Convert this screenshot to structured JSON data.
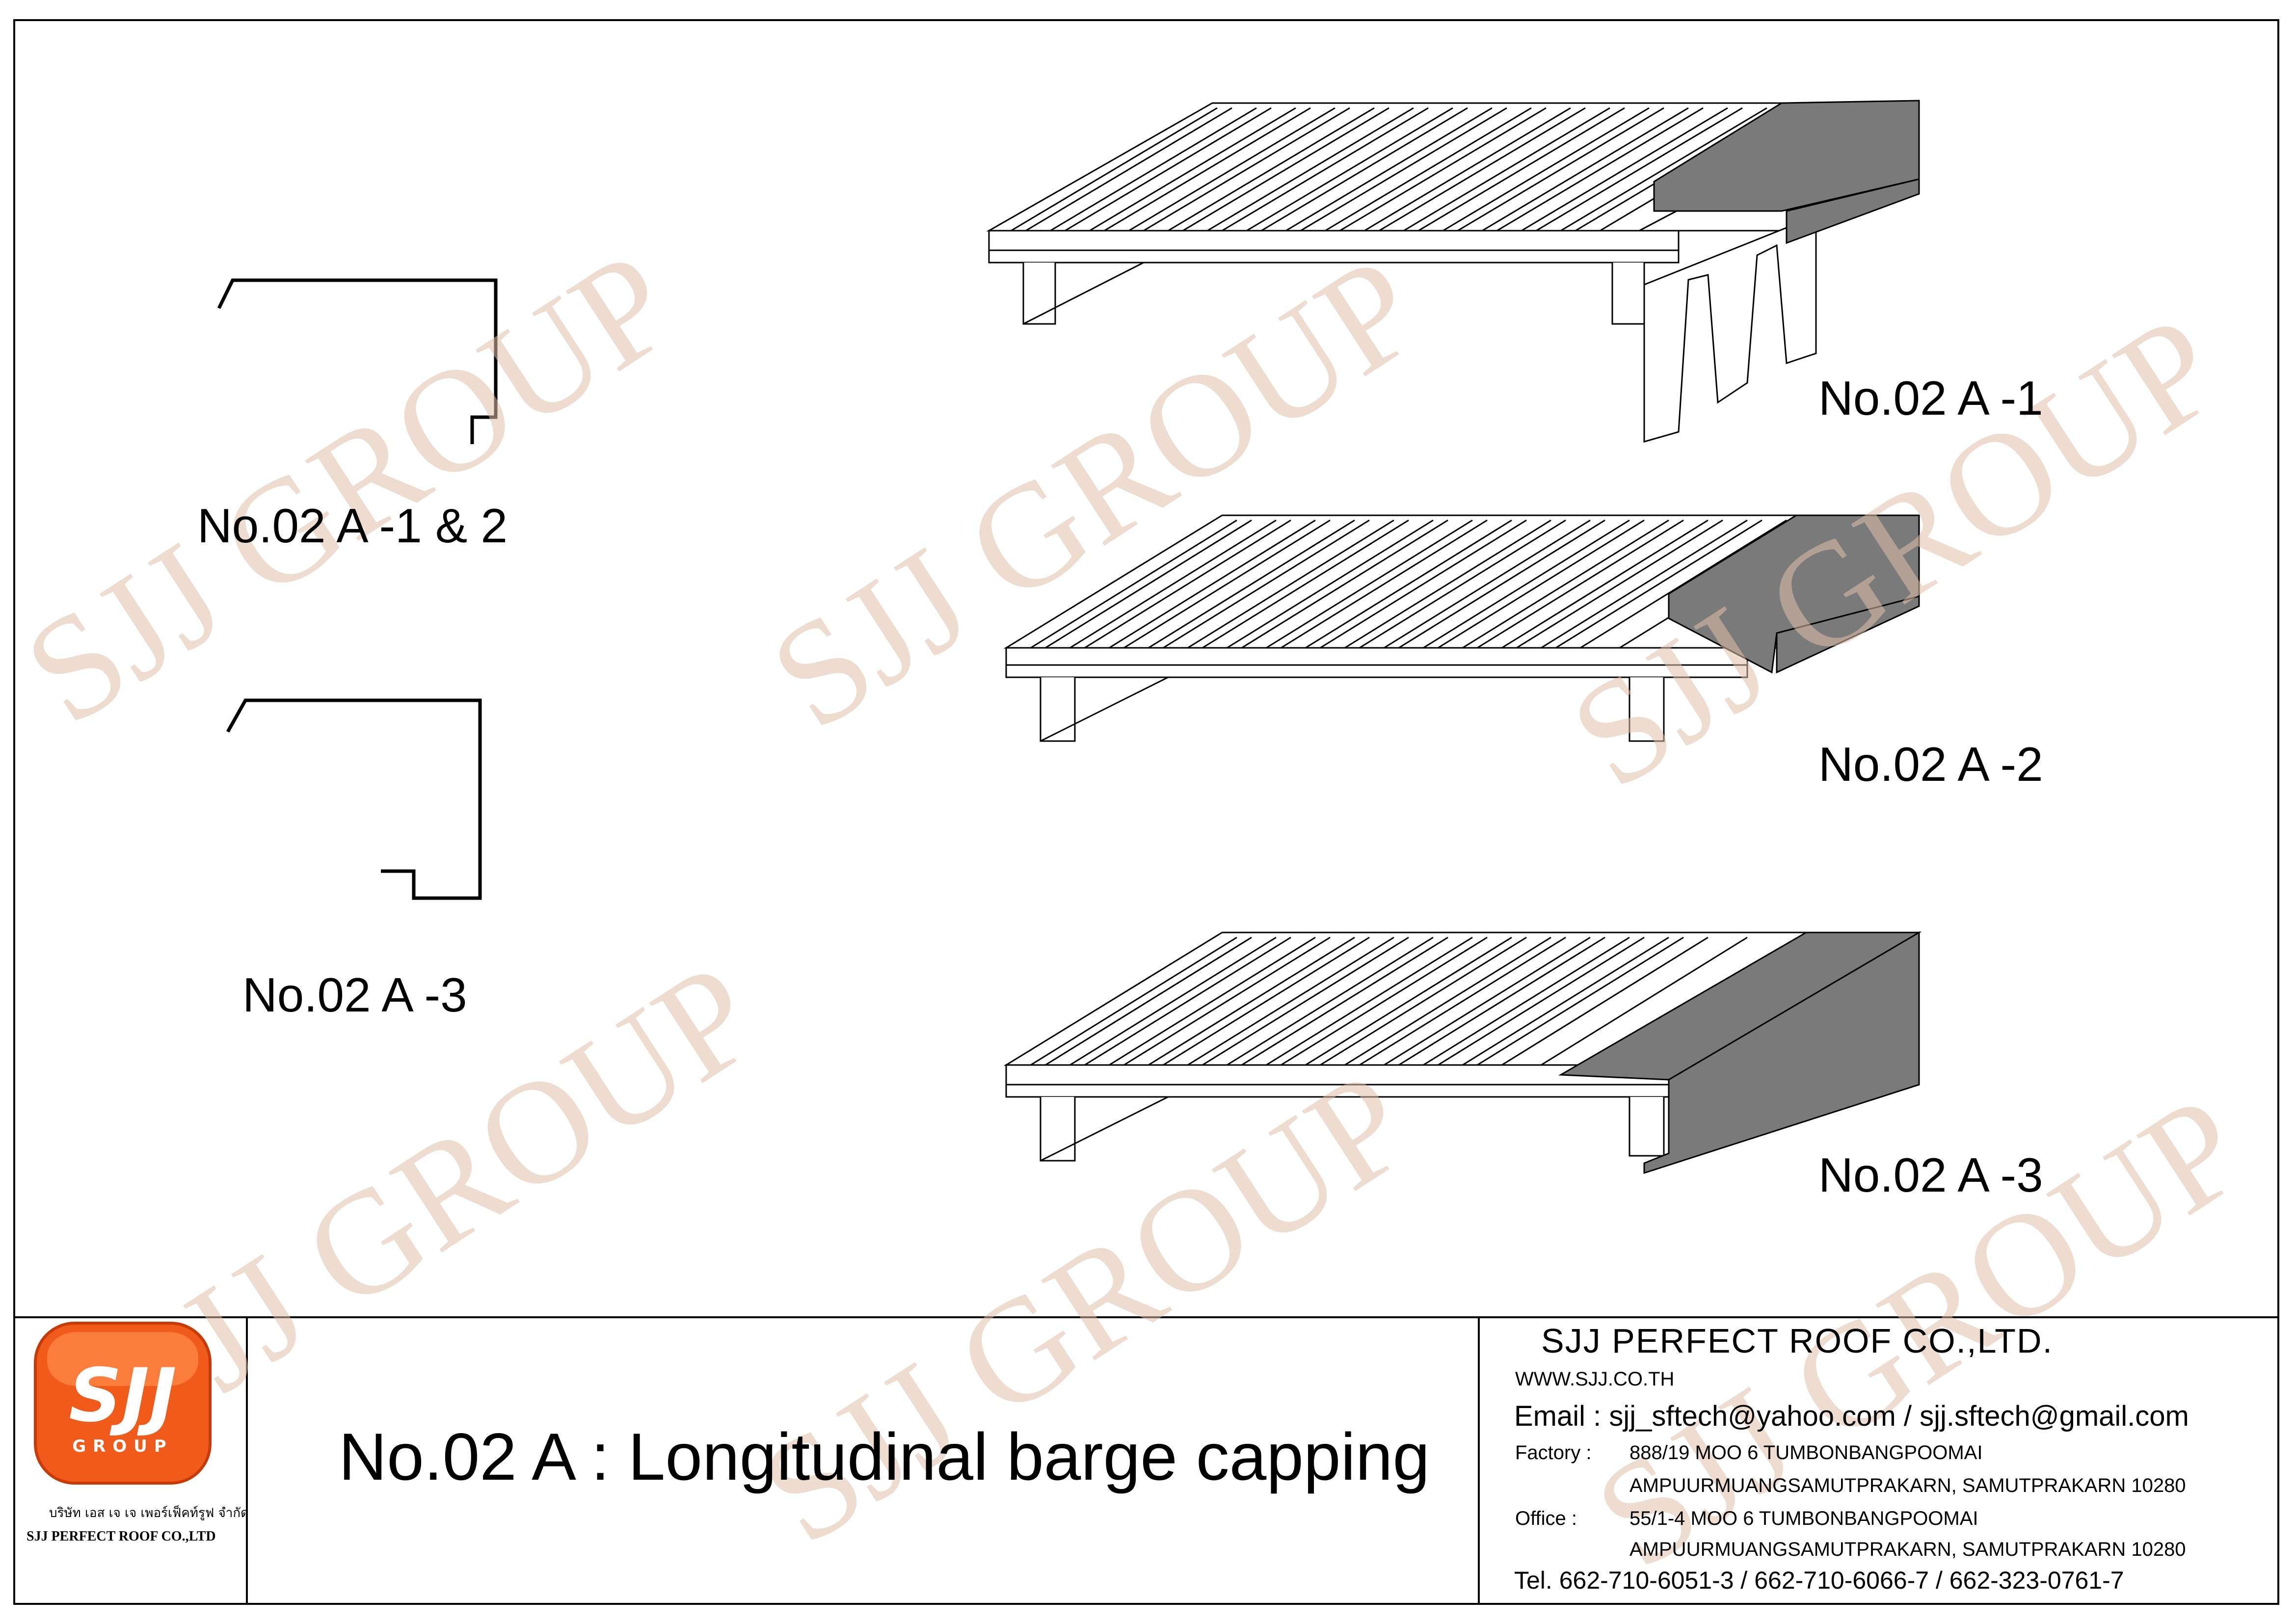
{
  "profiles": {
    "profile_1_2_label": "No.02 A -1 & 2",
    "profile_3_label": "No.02 A -3"
  },
  "views": {
    "view_1_label": "No.02 A -1",
    "view_2_label": "No.02 A -2",
    "view_3_label": "No.02 A -3"
  },
  "watermark": {
    "text": "SJJ GROUP",
    "color": "#e0c0aa"
  },
  "title_block": {
    "title": "No.02 A : Longitudinal barge capping",
    "logo_text": "SJJ",
    "logo_group": "GROUP",
    "logo_thai": "บริษัท เอส เจ เจ เพอร์เฟ็คท์รูฟ จำกัด",
    "logo_company": "SJJ PERFECT ROOF CO.,LTD",
    "company": "SJJ PERFECT ROOF CO.,LTD.",
    "website": "WWW.SJJ.CO.TH",
    "email": "Email : sjj_sftech@yahoo.com / sjj.sftech@gmail.com",
    "factory_label": "Factory :",
    "factory_line1": "888/19 MOO 6 TUMBONBANGPOOMAI",
    "factory_line2": "AMPUURMUANGSAMUTPRAKARN, SAMUTPRAKARN 10280",
    "office_label": "Office  :",
    "office_line1": "55/1-4 MOO 6 TUMBONBANGPOOMAI",
    "office_line2": "AMPUURMUANGSAMUTPRAKARN, SAMUTPRAKARN 10280",
    "tel": "Tel. 662-710-6051-3 / 662-710-6066-7 / 662-323-0761-7"
  },
  "colors": {
    "capping_fill": "#7a7a7a",
    "logo_orange": "#f05a1a",
    "line": "#000000"
  }
}
